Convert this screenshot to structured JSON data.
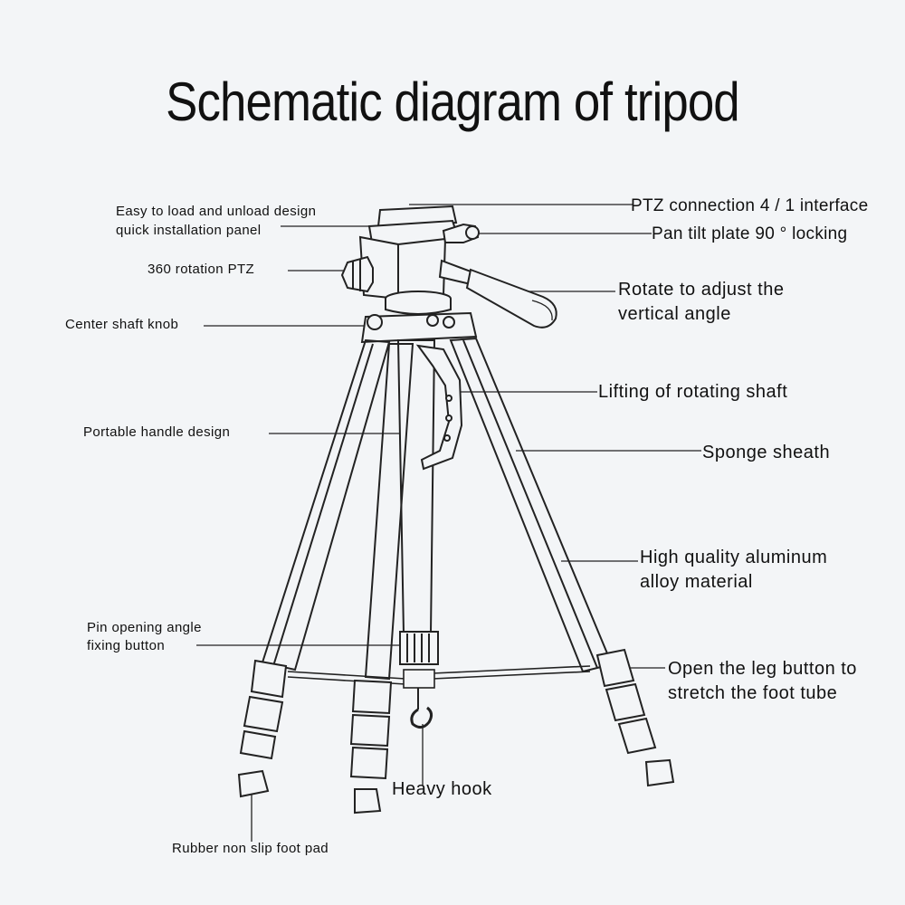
{
  "title": "Schematic diagram of tripod",
  "labels": {
    "quick_install": [
      "Easy to load and unload design",
      "quick installation panel"
    ],
    "rotation_ptz": "360 rotation PTZ",
    "center_shaft_knob": "Center shaft knob",
    "portable_handle": "Portable handle design",
    "pin_opening": [
      "Pin opening angle",
      "fixing button"
    ],
    "rubber_foot": "Rubber non slip foot pad",
    "ptz_connection": "PTZ connection 4 / 1 interface",
    "pan_tilt": "Pan tilt plate 90 ° locking",
    "rotate_adjust": [
      "Rotate to adjust the",
      "vertical angle"
    ],
    "lifting_shaft": "Lifting of rotating shaft",
    "sponge_sheath": "Sponge sheath",
    "aluminum": [
      "High quality aluminum",
      "alloy material"
    ],
    "open_leg": [
      "Open the leg button to",
      "stretch the foot tube"
    ],
    "heavy_hook": "Heavy hook"
  }
}
